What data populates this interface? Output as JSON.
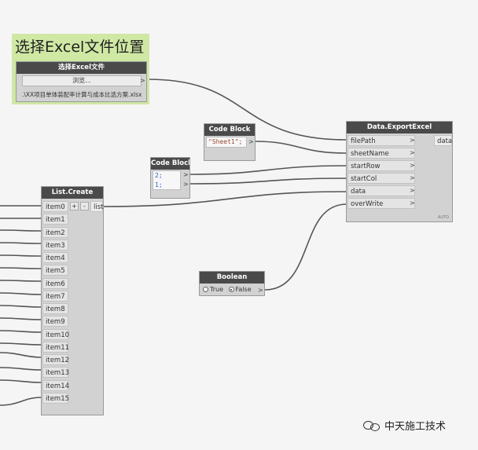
{
  "group": {
    "title": "选择Excel文件位置"
  },
  "file_node": {
    "title": "选择Excel文件",
    "browse_label": "浏览...",
    "path": ".\\XX项目单体装配率计算与成本比选方案.xlsx",
    "out_arrow": ">"
  },
  "code_block_1": {
    "title": "Code Block",
    "code": "\"Sheet1\";",
    "arrow": ">"
  },
  "code_block_2": {
    "title": "Code Block",
    "line1": "2;",
    "line2": "1;",
    "arrow": ">"
  },
  "export_node": {
    "title": "Data.ExportExcel",
    "inputs": [
      "filePath",
      "sheetName",
      "startRow",
      "startCol",
      "data",
      "overWrite"
    ],
    "output": "data",
    "arrow": ">",
    "lacing": "AUTO"
  },
  "list_create": {
    "title": "List.Create",
    "plus": "+",
    "minus": "-",
    "output": "list",
    "items": [
      "item0",
      "item1",
      "item2",
      "item3",
      "item4",
      "item5",
      "item6",
      "item7",
      "item8",
      "item9",
      "item10",
      "item11",
      "item12",
      "item13",
      "item14",
      "item15"
    ]
  },
  "boolean_node": {
    "title": "Boolean",
    "true_label": "True",
    "false_label": "False",
    "arrow": ">",
    "selected": "False"
  },
  "watermark": {
    "text": "中天施工技术"
  },
  "colors": {
    "node_header": "#4a4a4a",
    "wire": "#555555",
    "group": "#cfe8a4",
    "canvas": "#f5f5f5"
  }
}
